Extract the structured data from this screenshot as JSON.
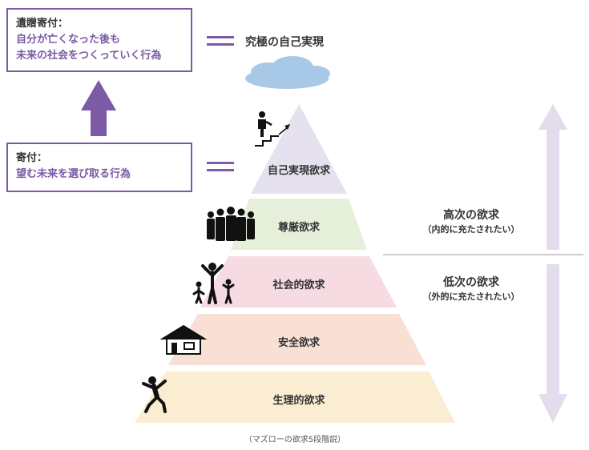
{
  "bequest_box": {
    "heading": "遺贈寄付：",
    "line1": "自分が亡くなった後も",
    "line2": "未来の社会をつくっていく行為"
  },
  "donation_box": {
    "heading": "寄付：",
    "line1": "望む未来を選び取る行為"
  },
  "ultimate_label": "究極の自己実現",
  "levels": [
    {
      "label": "自己実現欲求",
      "color": "#e6e1ef",
      "icon": "stairs-climbing-person-icon"
    },
    {
      "label": "尊厳欲求",
      "color": "#e6efd9",
      "icon": "group-of-people-icon"
    },
    {
      "label": "社会的欲求",
      "color": "#f7dbe2",
      "icon": "family-icon"
    },
    {
      "label": "安全欲求",
      "color": "#f9e0d5",
      "icon": "house-icon"
    },
    {
      "label": "生理的欲求",
      "color": "#fbedd1",
      "icon": "jumping-person-icon"
    }
  ],
  "higher_needs": {
    "title": "高次の欲求",
    "sub": "（内的に充たされたい）"
  },
  "lower_needs": {
    "title": "低次の欲求",
    "sub": "（外的に充たされたい）"
  },
  "caption": "（マズローの欲求5段階説）",
  "colors": {
    "accent": "#7b5aa6",
    "arrow_light": "#e2dcec",
    "cloud": "#a8c8e8",
    "divider": "#999999"
  }
}
